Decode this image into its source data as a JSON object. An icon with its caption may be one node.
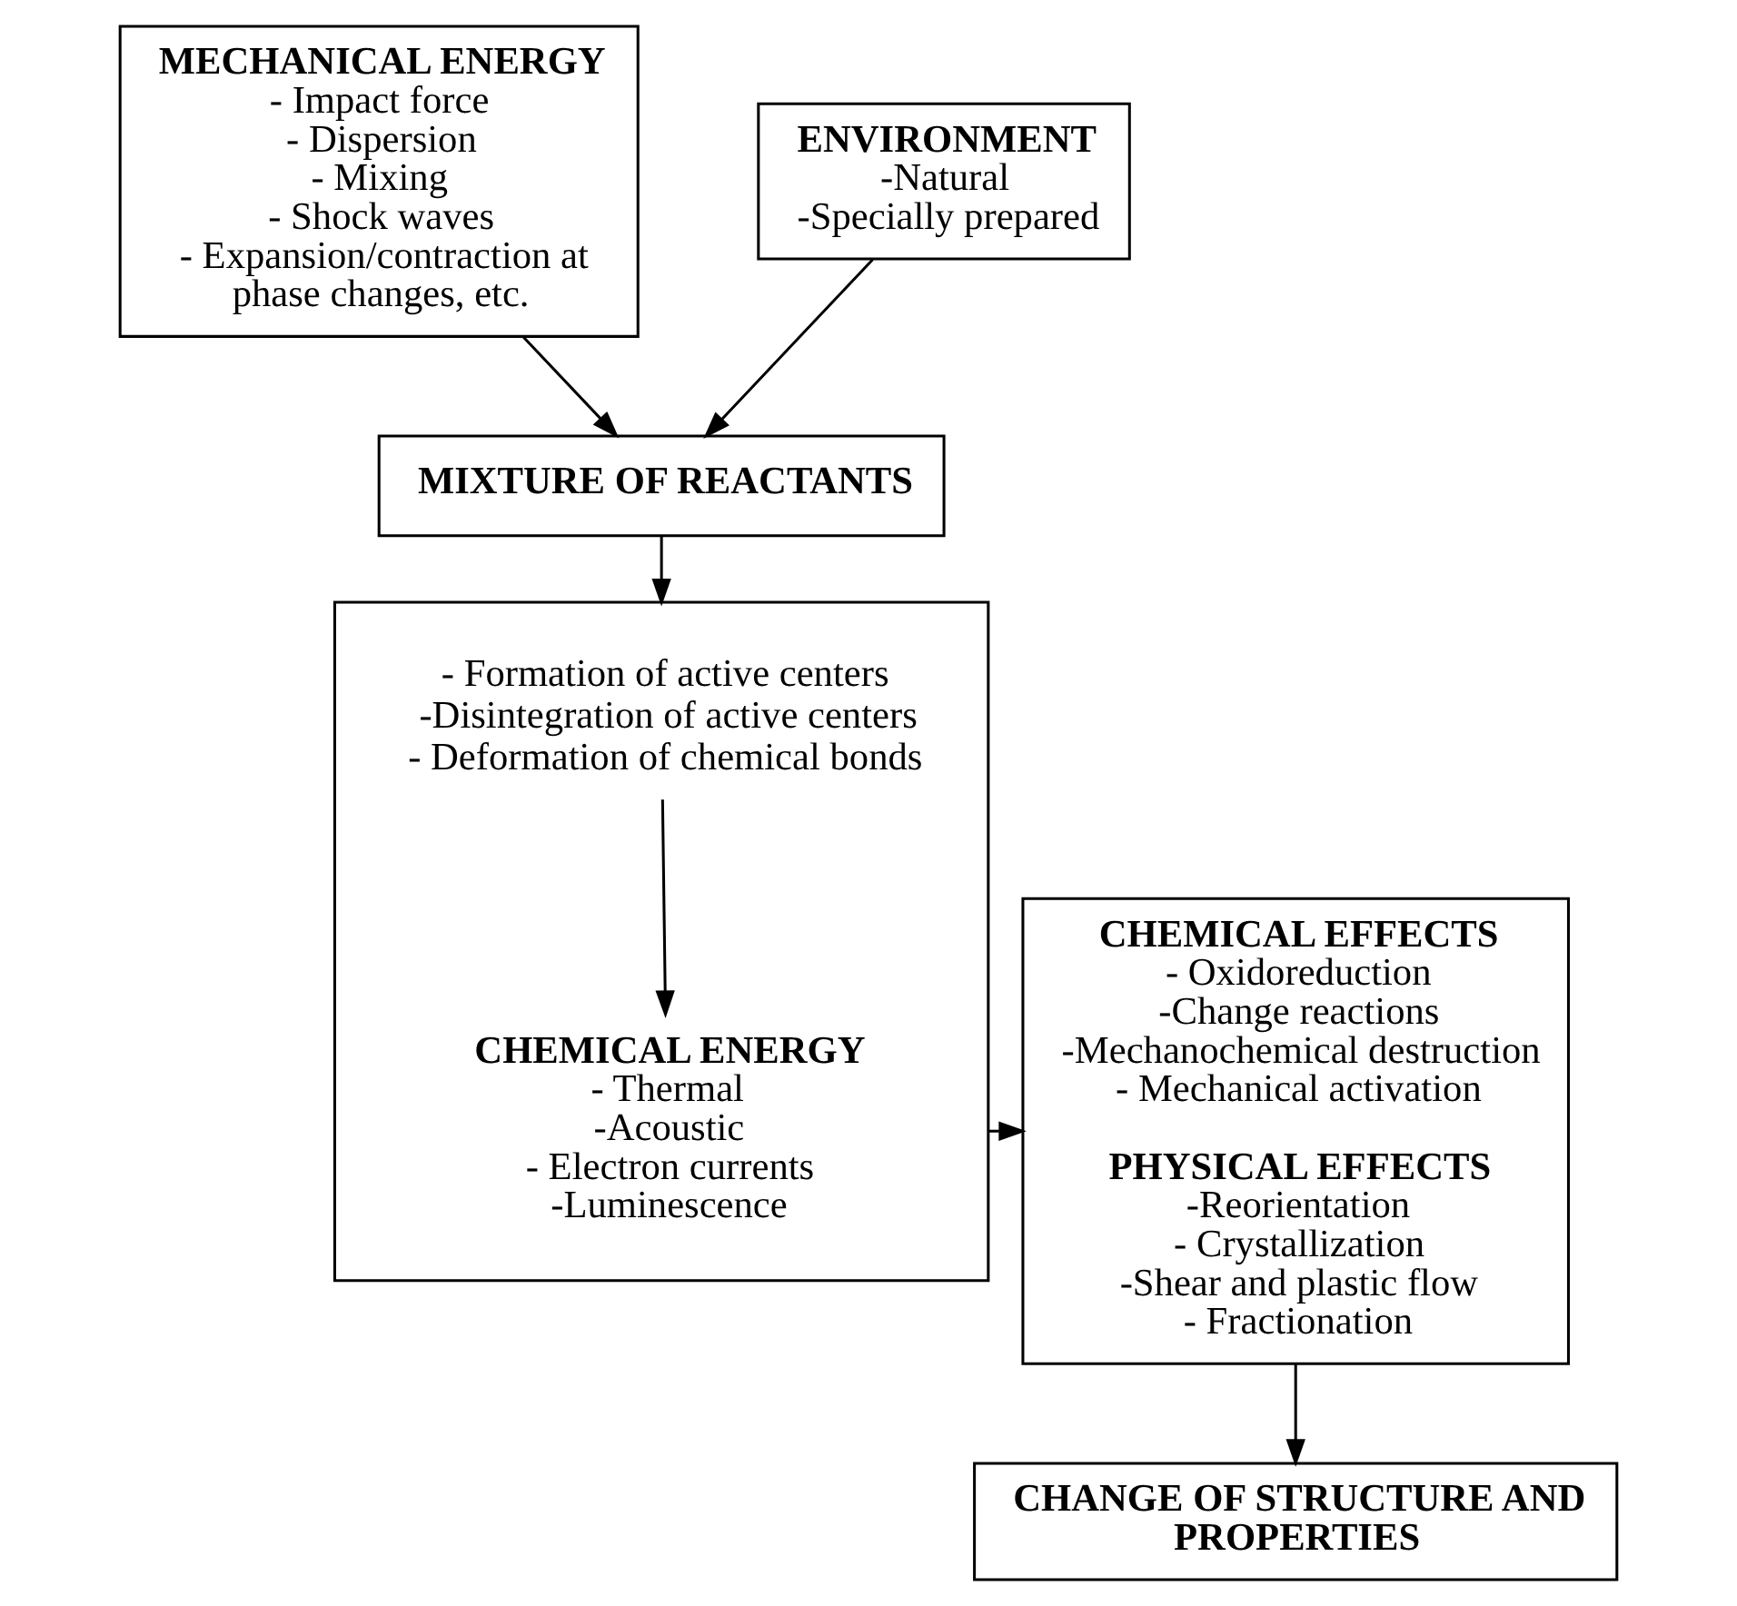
{
  "diagram": {
    "nodes": [
      {
        "text": [
          "MECHANICAL ENERGY",
          "- Impact force",
          "- Dispersion",
          "- Mixing",
          "- Shock waves",
          "- Expansion/contraction at phase changes, etc."
        ]
      },
      {
        "text": [
          "ENVIRONMENT",
          "-Natural",
          "-Specially prepared"
        ]
      },
      {
        "text": [
          "MIXTURE OF REACTANTS"
        ]
      },
      {
        "text": [
          "CHEMICAL EFFECTS",
          "- Oxidoreduction",
          "-Change reactions",
          "-Mechanochemical destruction",
          "- Mechanical activation",
          "PHYSICAL EFFECTS",
          "-Reorientation",
          "- Crystallization",
          "-Shear and plastic flow",
          "- Fractionation"
        ]
      },
      {
        "text": [],
        "shape": "box"
      },
      {
        "text": [
          "- Formation of active centers",
          "-Disintegration of active centers",
          "- Deformation of chemical bonds"
        ],
        "in": 4
      },
      {
        "text": [
          "CHEMICAL ENERGY",
          "- Thermal",
          "-Acoustic",
          "- Electron currents",
          "-Luminescence"
        ],
        "in": 4
      },
      {
        "text": [
          "CHANGE OF STRUCTURE AND PROPERTIES"
        ]
      }
    ],
    "edges": [
      {
        "from": 0,
        "to": 2,
        "arrow": "to"
      },
      {
        "from": 1,
        "to": 2,
        "arrow": "to"
      },
      {
        "from": 2,
        "to": 4,
        "arrow": "to"
      },
      {
        "from": 5,
        "to": 6,
        "arrow": "to"
      },
      {
        "from": 4,
        "to": 3,
        "arrow": "to"
      },
      {
        "from": 3,
        "to": 7,
        "arrow": "to"
      }
    ]
  }
}
